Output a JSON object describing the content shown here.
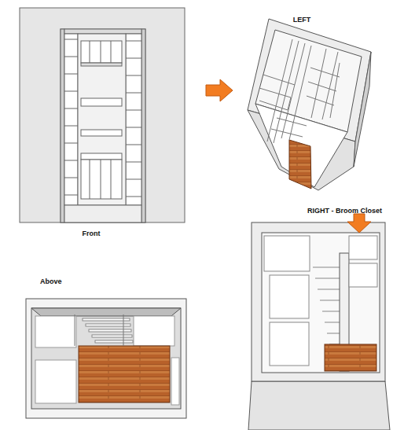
{
  "diagram": {
    "labels": [
      "LEFT",
      "RIGHT - Broom Closet",
      "Front",
      "Above"
    ]
  }
}
